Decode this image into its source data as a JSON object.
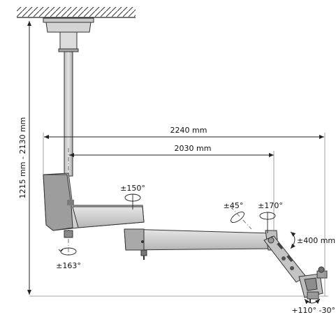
{
  "dimensions": {
    "height_range": "1215 mm - 2130 mm",
    "total_reach": "2240 mm",
    "arm_reach": "2030 mm",
    "vertical_travel": "±400 mm"
  },
  "rotations": {
    "column": "±163°",
    "first_arm": "±150°",
    "tilt": "±45°",
    "second_arm": "±170°",
    "head_tilt": "+110° -30°"
  },
  "colors": {
    "light_metal": "#d9d9d9",
    "mid_metal": "#bdbdbd",
    "dark_metal": "#8c8c8c",
    "line": "#222222"
  }
}
